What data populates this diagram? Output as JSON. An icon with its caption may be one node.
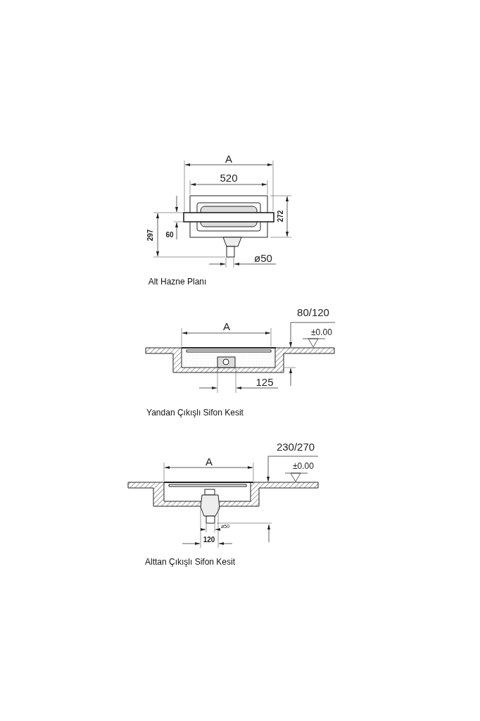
{
  "diagram": {
    "labels": [
      "A",
      "520",
      "272",
      "297",
      "60",
      "ø50",
      "Alt Hazne Planı",
      "80/120",
      "A",
      "±0.00",
      "125",
      "Yandan Çıkışlı Sifon Kesit",
      "230/270",
      "A",
      "±0.00",
      "ø50",
      "120",
      "Alttan Çıkışlı Sifon Kesit"
    ]
  }
}
